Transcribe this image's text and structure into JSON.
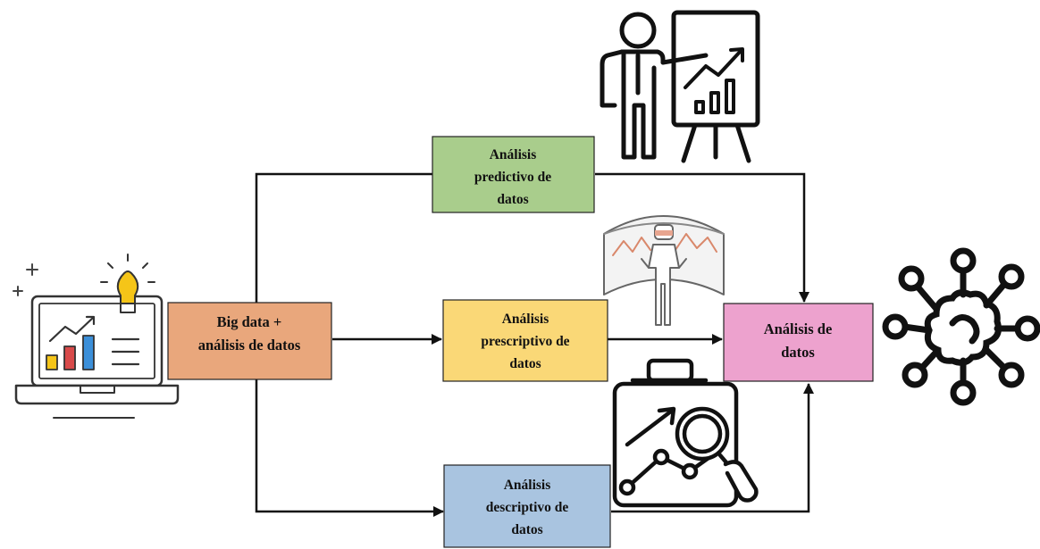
{
  "diagram": {
    "source": {
      "line1": "Big data +",
      "line2": "análisis de datos",
      "color": "#E9A77C"
    },
    "predictive": {
      "line1": "Análisis",
      "line2": "predictivo de",
      "line3": "datos",
      "color": "#A9CD8C"
    },
    "prescriptive": {
      "line1": "Análisis",
      "line2": "prescriptivo de",
      "line3": "datos",
      "color": "#FAD877"
    },
    "descriptive": {
      "line1": "Análisis",
      "line2": "descriptivo de",
      "line3": "datos",
      "color": "#A9C4E0"
    },
    "target": {
      "line1": "Análisis de",
      "line2": "datos",
      "color": "#EDA2CE"
    },
    "icons": {
      "laptop": "laptop-analytics-icon",
      "presenter": "presenter-chart-icon",
      "vr": "vr-panorama-icon",
      "clipboard": "clipboard-analysis-icon",
      "network": "neural-network-icon"
    },
    "colors": {
      "line": "#111111",
      "bulb": "#F5C518",
      "bar_yellow": "#F5C518",
      "bar_red": "#D84A4A",
      "bar_blue": "#3B8FD9"
    }
  }
}
